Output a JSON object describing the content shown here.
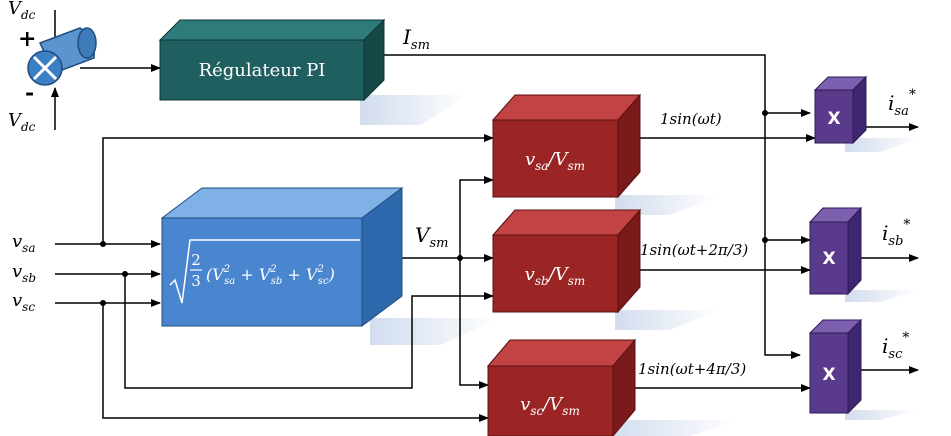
{
  "inputs": {
    "vdc_top": "V",
    "vdc_top_sub": "dc",
    "vdc_bottom": "V",
    "vdc_bottom_sub": "dc",
    "plus": "+",
    "minus": "-",
    "vsa": "v",
    "vsa_sub": "sa",
    "vsb": "v",
    "vsb_sub": "sb",
    "vsc": "v",
    "vsc_sub": "sc"
  },
  "regulator": {
    "label": "Régulateur PI",
    "output": "I",
    "output_sub": "sm"
  },
  "rms_block": {
    "output": "V",
    "output_sub": "sm",
    "formula_frac_num": "2",
    "formula_frac_den": "3",
    "formula_body": "(V",
    "sa": "sa",
    "sb": "sb",
    "sc": "sc",
    "sq": "2"
  },
  "divider_blocks": [
    {
      "num": "v",
      "num_sub": "sa",
      "den": "V",
      "den_sub": "sm",
      "out_label": "1sin(ωt)"
    },
    {
      "num": "v",
      "num_sub": "sb",
      "den": "V",
      "den_sub": "sm",
      "out_label": "1sin(ωt+2π/3)"
    },
    {
      "num": "v",
      "num_sub": "sc",
      "den": "V",
      "den_sub": "sm",
      "out_label": "1sin(ωt+4π/3)"
    }
  ],
  "multipliers": [
    {
      "symbol": "X",
      "out": "i",
      "out_sub": "sa",
      "star": "*"
    },
    {
      "symbol": "X",
      "out": "i",
      "out_sub": "sb",
      "star": "*"
    },
    {
      "symbol": "X",
      "out": "i",
      "out_sub": "sc",
      "star": "*"
    }
  ],
  "colors": {
    "pi_block": "#1f5f5f",
    "rms_block": "#4a86d0",
    "divider_block": "#9b2525",
    "multiplier_block": "#5a3a8a",
    "summer": "#3b7fc4"
  }
}
